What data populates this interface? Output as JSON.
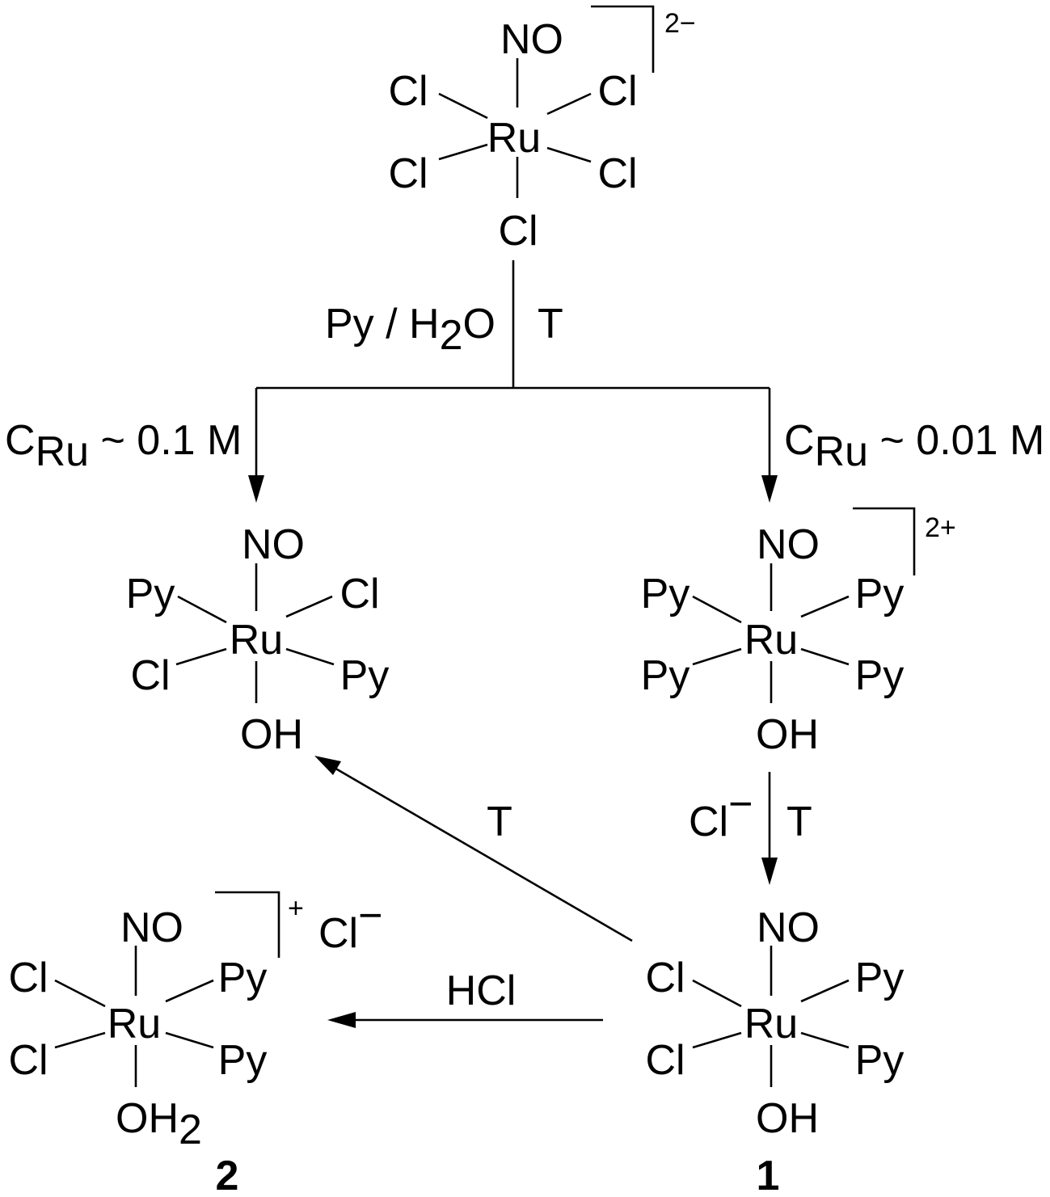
{
  "molecules": {
    "start": {
      "ligands": {
        "top": "NO",
        "upper_left": "Cl",
        "upper_right": "Cl",
        "lower_left": "Cl",
        "lower_right": "Cl",
        "bottom": "Cl"
      },
      "center": "Ru",
      "charge": "2−"
    },
    "trans_dichloro": {
      "ligands": {
        "top": "NO",
        "upper_left": "Py",
        "upper_right": "Cl",
        "lower_left": "Cl",
        "lower_right": "Py",
        "bottom": "OH"
      },
      "center": "Ru"
    },
    "tetrapyridine": {
      "ligands": {
        "top": "NO",
        "upper_left": "Py",
        "upper_right": "Py",
        "lower_left": "Py",
        "lower_right": "Py",
        "bottom": "OH"
      },
      "center": "Ru",
      "charge": "2+"
    },
    "compound_1": {
      "ligands": {
        "top": "NO",
        "upper_left": "Cl",
        "upper_right": "Py",
        "lower_left": "Cl",
        "lower_right": "Py",
        "bottom": "OH"
      },
      "center": "Ru",
      "number": "1"
    },
    "compound_2": {
      "ligands": {
        "top": "NO",
        "upper_left": "Cl",
        "upper_right": "Py",
        "lower_left": "Cl",
        "lower_right": "Py",
        "bottom_main": "OH",
        "bottom_sub": "2"
      },
      "center": "Ru",
      "charge": "+",
      "counterion": "Cl",
      "counterion_charge": "−",
      "number": "2"
    }
  },
  "conditions": {
    "first_step_left_main": "Py / H",
    "first_step_left_sub": "2",
    "first_step_left_tail": "O",
    "first_step_right": "T",
    "left_branch_main": "C",
    "left_branch_sub": "Ru",
    "left_branch_tail": " ~ 0.1 M",
    "right_branch_main": "C",
    "right_branch_sub": "Ru",
    "right_branch_tail": " ~ 0.01 M",
    "chloride_step_main": "Cl",
    "chloride_step_sup": "−",
    "chloride_step_temp": "T",
    "thermal_step": "T",
    "acid_step": "HCl"
  }
}
